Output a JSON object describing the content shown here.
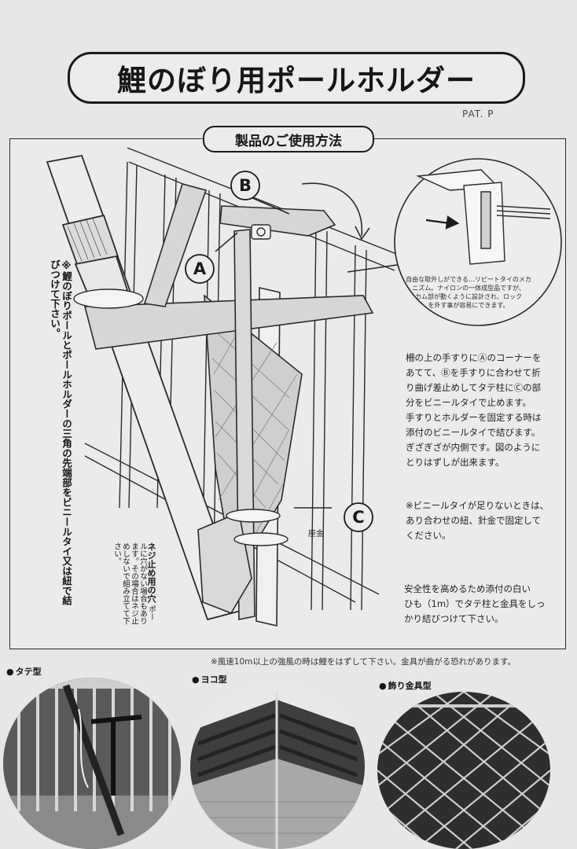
{
  "title": "鯉のぼり用ポールホルダー",
  "pat": "PAT. P",
  "subtitle": "製品のご使用方法",
  "labels": {
    "a": "A",
    "b": "B",
    "c": "C",
    "zagane": "座金"
  },
  "vertical_note": "※鯉のぼりポールとポールホルダーの三角の先端部をビニールタイ又は紐で結びつけて下さい。",
  "screw": {
    "title": "ネジ止め用の穴",
    "body": "ポールに穴がない場合もあります。その場合はネジ止めしないで組み立てて下さい。"
  },
  "callout": [
    "自由な取外しができる…リピートタイのメカ",
    "ニズム。ナイロンの一体成型品ですが、",
    "カム部が動くように設計され、ロック",
    "を外す事が容易にできます。"
  ],
  "instructions": [
    "柵の上の手すりにⒶのコーナーを",
    "あてて、Ⓑを手すりに合わせて折",
    "り曲げ差止めしてタテ柱にⒸの部",
    "分をビニールタイで止めます。",
    "手すりとホルダーを固定する時は",
    "添付のビニールタイで結びます。",
    "ぎざぎざが内側です。図のように",
    "とりはずしが出来ます。"
  ],
  "tie_note": [
    "※ビニールタイが足りないときは、",
    "あり合わせの紐、針金で固定して",
    "ください。"
  ],
  "safety_note": [
    "安全性を高めるため添付の白い",
    "ひも（1m）でタテ柱と金具をしっ",
    "かり結びつけて下さい。"
  ],
  "warning": "※風速10m以上の強風の時は鯉をはずして下さい。金具が曲がる恐れがあります。",
  "types": [
    {
      "dot": "●",
      "label": "タテ型"
    },
    {
      "dot": "●",
      "label": "ヨコ型"
    },
    {
      "dot": "●",
      "label": "飾り金具型"
    }
  ],
  "colors": {
    "paper": "#e6e7e7",
    "ink": "#161616"
  }
}
